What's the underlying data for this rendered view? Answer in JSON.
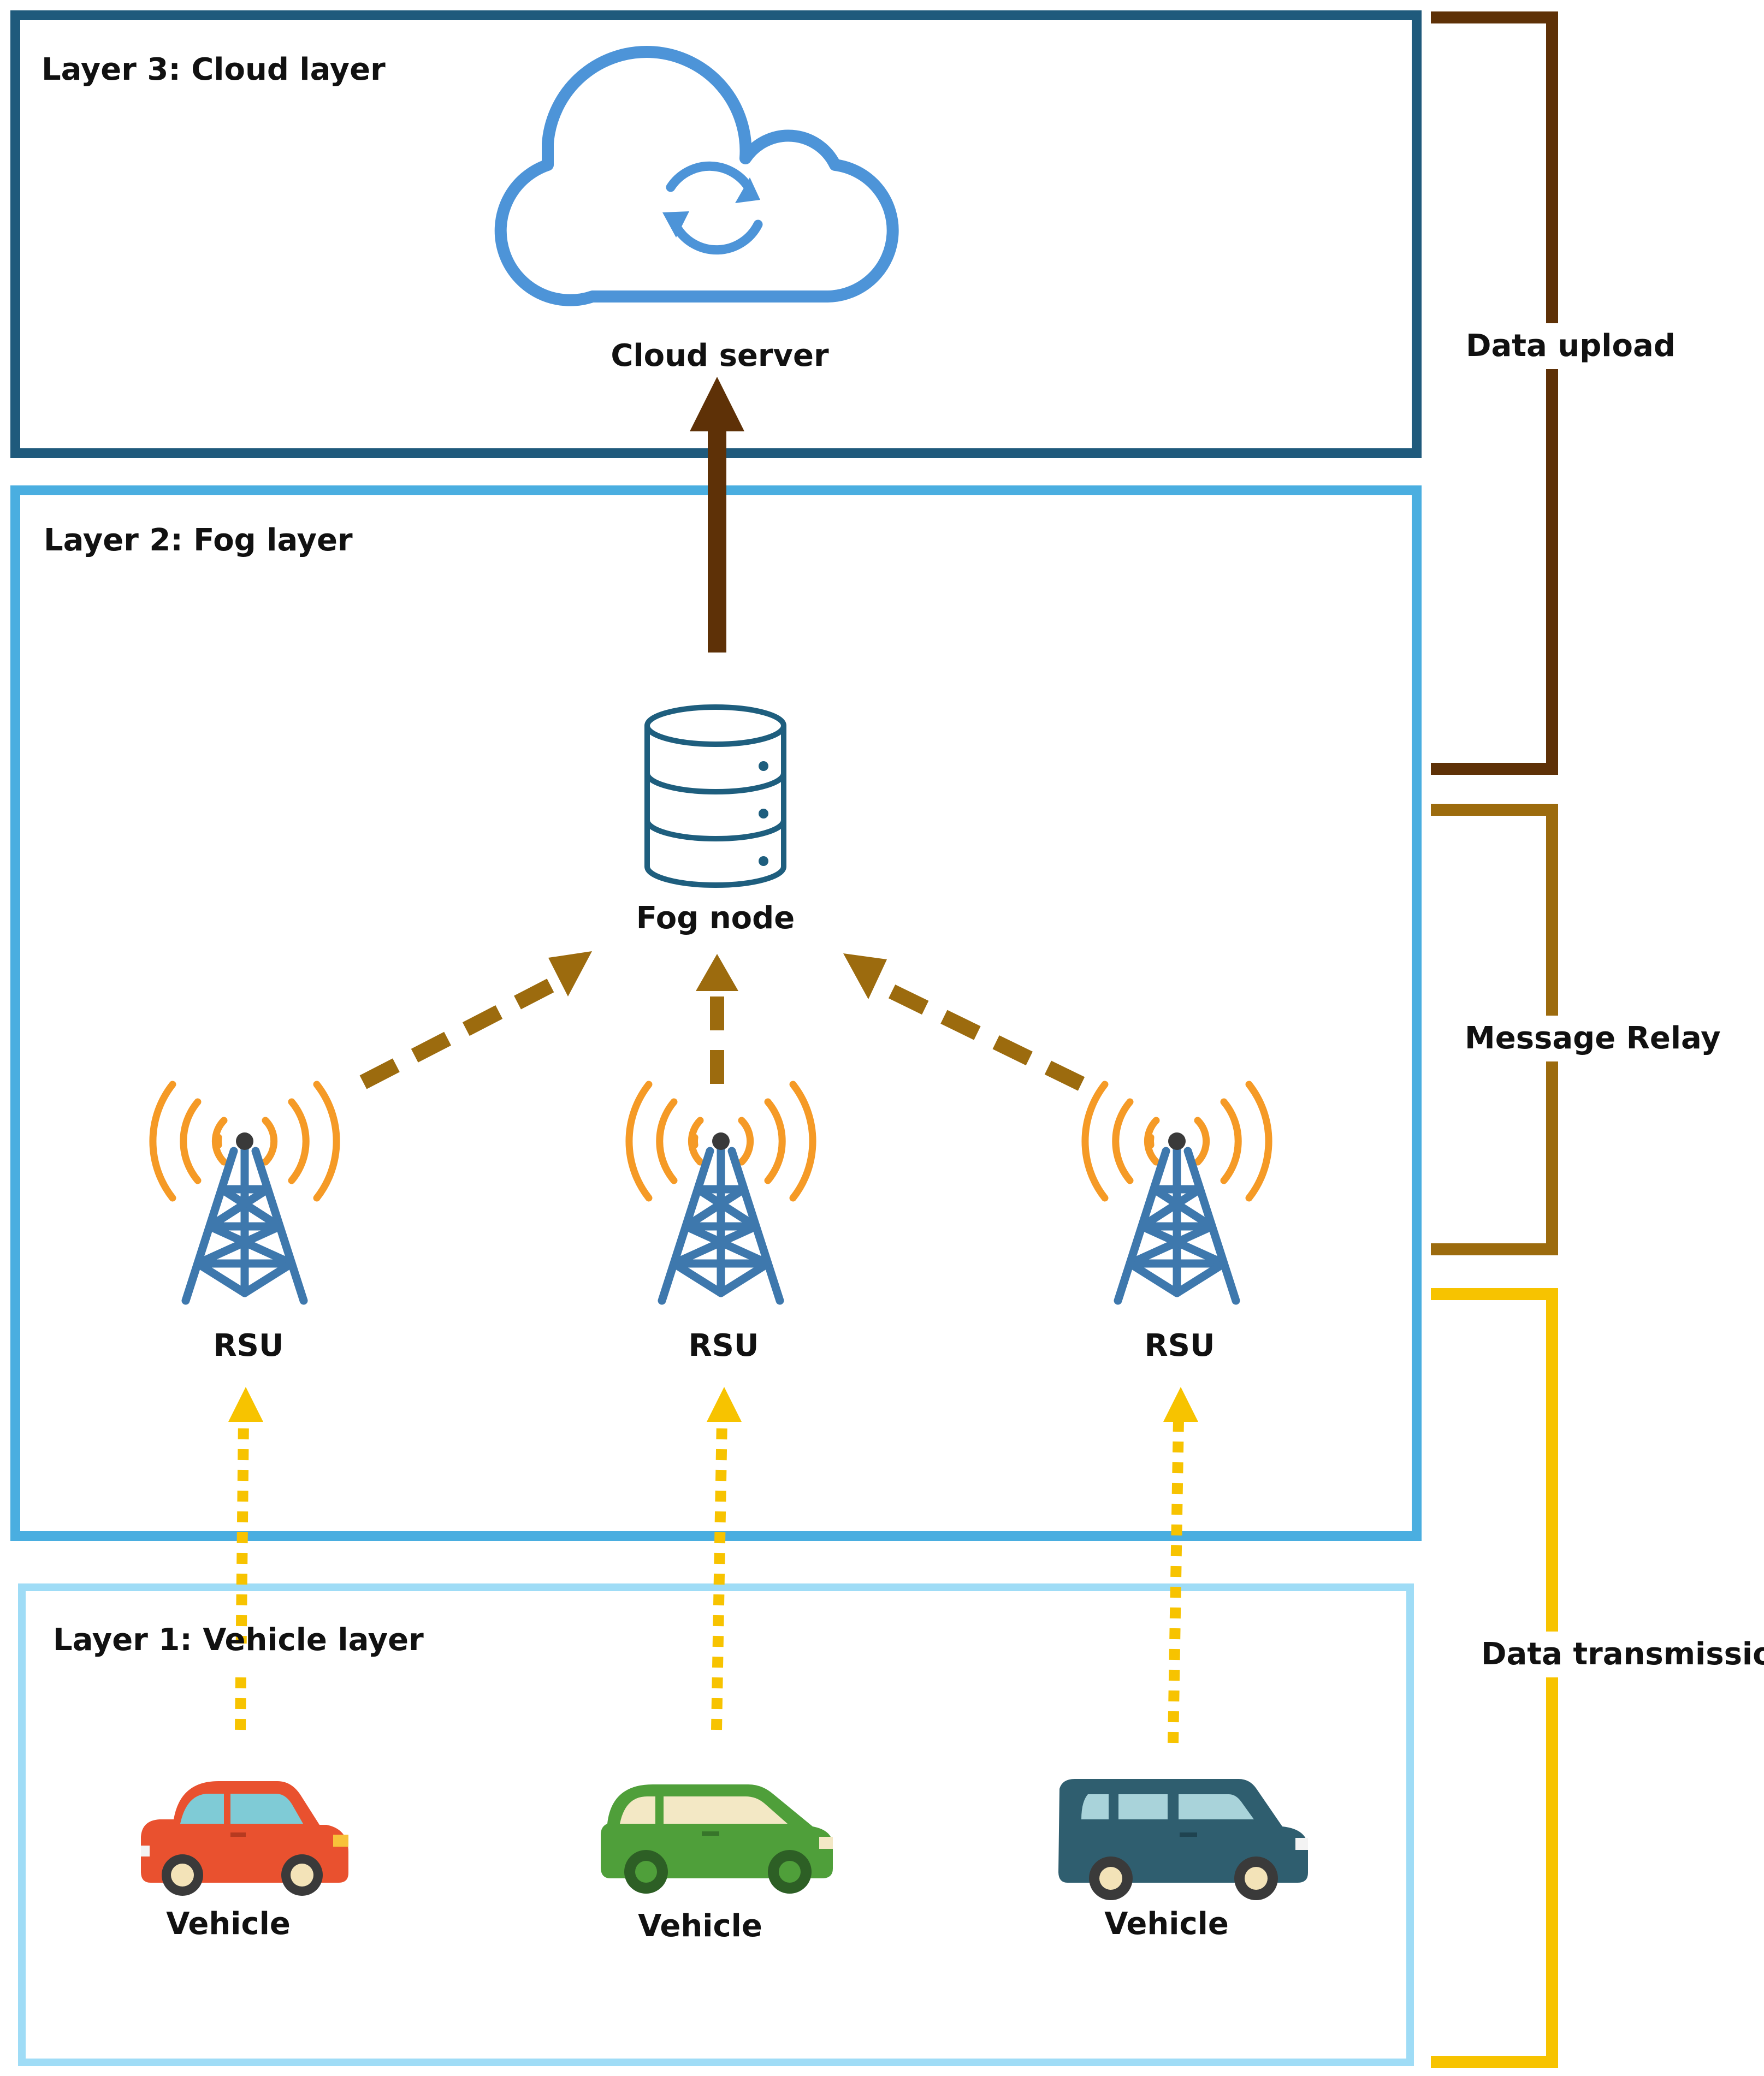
{
  "layers": {
    "cloud": {
      "title": "Layer 3: Cloud layer",
      "node_label": "Cloud server"
    },
    "fog": {
      "title": "Layer 2: Fog layer",
      "node_label": "Fog node",
      "rsu_labels": [
        "RSU",
        "RSU",
        "RSU"
      ]
    },
    "vehicle": {
      "title": "Layer 1: Vehicle layer",
      "vehicle_labels": [
        "Vehicle",
        "Vehicle",
        "Vehicle"
      ]
    }
  },
  "brackets": {
    "data_upload": "Data upload",
    "message_relay": "Message Relay",
    "data_transmission": "Data transmission"
  },
  "colors": {
    "cloud_border": "#1f5a7c",
    "fog_border": "#4aaee0",
    "vehicle_border": "#9fdcf6",
    "upload": "#5e3107",
    "relay": "#9c6b0e",
    "transmission": "#f7c300",
    "signal": "#f59a26",
    "tower": "#3e78ad",
    "cloud_icon": "#4d94d8",
    "fog_icon": "#1e5e7e",
    "car_red": "#e9512f",
    "car_green": "#4f9f3a",
    "car_teal": "#2f5e6f"
  },
  "icons": [
    "cloud-sync-icon",
    "database-icon",
    "radio-tower-icon",
    "car-icon"
  ]
}
